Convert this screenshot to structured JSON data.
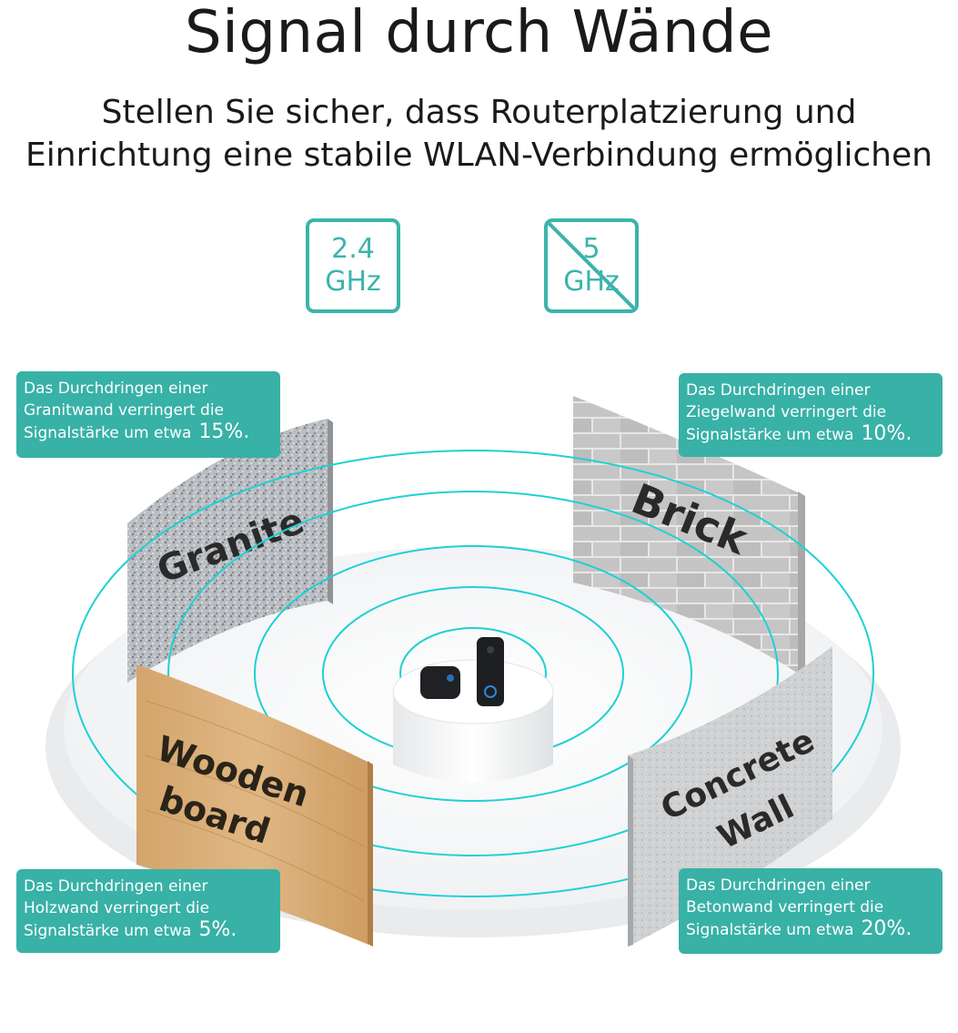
{
  "header": {
    "title": "Signal durch Wände",
    "subtitle_line1": "Stellen Sie sicher, dass Routerplatzierung und",
    "subtitle_line2": "Einrichtung eine stabile WLAN-Verbindung ermöglichen"
  },
  "bands": [
    {
      "line1": "2.4",
      "line2": "GHz",
      "supported": true
    },
    {
      "line1": "5",
      "line2": "GHz",
      "supported": false
    }
  ],
  "walls": {
    "granite": {
      "label": "Granite"
    },
    "brick": {
      "label": "Brick"
    },
    "wood": {
      "line1": "Wooden",
      "line2": "board"
    },
    "concrete": {
      "line1": "Concrete",
      "line2": "Wall"
    }
  },
  "callouts": {
    "granite": {
      "line1": "Das Durchdringen einer",
      "line2": "Granitwand verringert die",
      "line3": "Signalstärke um etwa",
      "value": "15%."
    },
    "brick": {
      "line1": "Das Durchdringen einer",
      "line2": "Ziegelwand verringert die",
      "line3": "Signalstärke um etwa",
      "value": "10%."
    },
    "wood": {
      "line1": "Das Durchdringen einer",
      "line2": "Holzwand verringert die",
      "line3": "Signalstärke um etwa",
      "value": "5%."
    },
    "concrete": {
      "line1": "Das Durchdringen einer",
      "line2": "Betonwand verringert die",
      "line3": "Signalstärke um etwa",
      "value": "20%."
    }
  },
  "colors": {
    "accent": "#38b1a7",
    "ring": "#1fd0d4"
  },
  "icons": {
    "doorbell": "video-doorbell-icon",
    "chime": "chime-receiver-icon",
    "strike": "strikethrough-icon"
  }
}
